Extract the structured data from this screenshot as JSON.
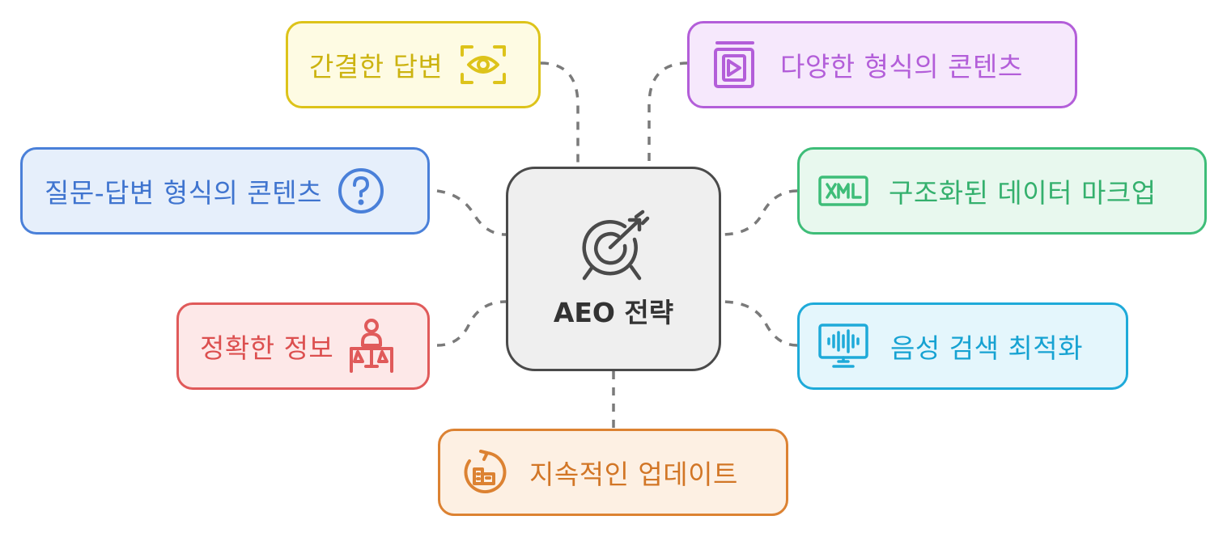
{
  "center": {
    "label": "AEO 전략",
    "icon": "target-arrow-icon"
  },
  "nodes": [
    {
      "label": "간결한 답변",
      "icon": "eye-frame-icon",
      "color": "#ddc31a",
      "bg": "#fefbe3"
    },
    {
      "label": "다양한 형식의 콘텐츠",
      "icon": "video-page-icon",
      "color": "#b35ed9",
      "bg": "#f6e8fc"
    },
    {
      "label": "질문-답변 형식의 콘텐츠",
      "icon": "question-mark-icon",
      "color": "#4a80d9",
      "bg": "#e6effb"
    },
    {
      "label": "구조화된 데이터 마크업",
      "icon": "xml-icon",
      "color": "#3ebd78",
      "bg": "#e8f8ee"
    },
    {
      "label": "정확한 정보",
      "icon": "person-scale-icon",
      "color": "#e05a5a",
      "bg": "#fde8e8"
    },
    {
      "label": "음성 검색 최적화",
      "icon": "voice-monitor-icon",
      "color": "#1eaad9",
      "bg": "#e4f6fc"
    },
    {
      "label": "지속적인 업데이트",
      "icon": "refresh-building-icon",
      "color": "#dc8232",
      "bg": "#fdf0e3"
    }
  ]
}
